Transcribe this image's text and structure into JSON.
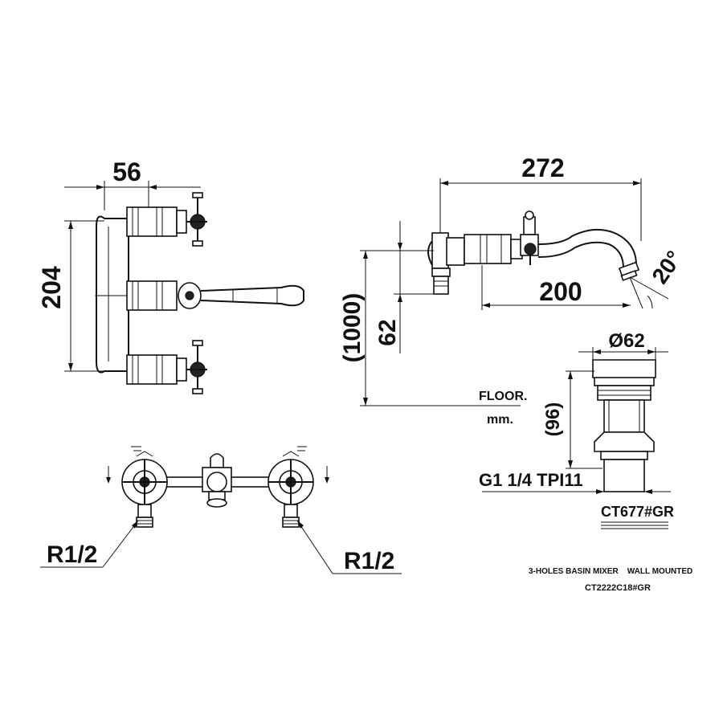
{
  "dimensions": {
    "front_width": "56",
    "front_height": "204",
    "side_length": "272",
    "spout_reach": "200",
    "spout_angle": "20°",
    "mount_height": "(1000)",
    "outlet_height": "62",
    "waste_diameter": "Ø62",
    "waste_height": "(96)",
    "waste_thread": "G1 1/4 TPI11",
    "inlet_left": "R1/2",
    "inlet_right": "R1/2"
  },
  "labels": {
    "floor": "FLOOR.",
    "unit": "mm.",
    "waste_model": "CT677#GR",
    "product_description": "3-HOLES BASIN MIXER    WALL MOUNTED",
    "product_model": "CT2222C18#GR"
  }
}
